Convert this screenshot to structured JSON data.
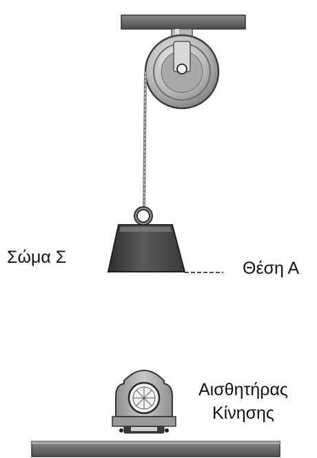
{
  "labels": {
    "body": "Σώμα Σ",
    "position_a": "Θέση Α",
    "sensor_line1": "Αισθητήρας",
    "sensor_line2": "Κίνησης"
  },
  "colors": {
    "metal_dark": "#3f3f3f",
    "metal_mid": "#7a7a7a",
    "metal_light": "#c8c8c8",
    "beam": "#6f6f6f",
    "rope": "#9a9a9a"
  }
}
